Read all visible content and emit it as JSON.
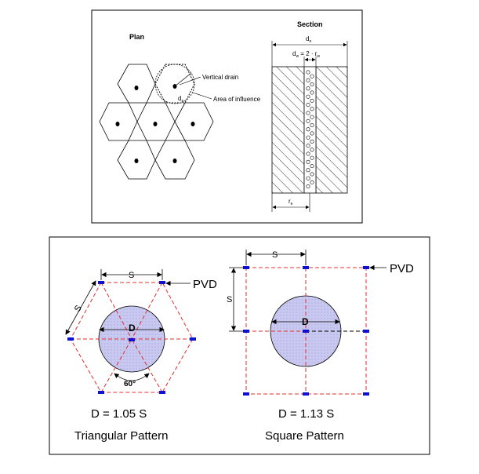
{
  "top_panel": {
    "plan_title": "Plan",
    "section_title": "Section",
    "vertical_drain_label": "Vertical drain",
    "area_of_influence_label": "Area of influence",
    "de_label_plan": "d",
    "de_sub": "e",
    "de_label_section": "d",
    "dw_label_prefix": "d",
    "dw_sub": "w",
    "dw_eq": " = 2 · r",
    "rw_sub": "w",
    "re_label": "r",
    "re_sub": "e"
  },
  "bottom_panel": {
    "pvd_label_left": "PVD",
    "pvd_label_right": "PVD",
    "s_label_tri_top": "S",
    "s_label_tri_side": "S",
    "s_label_sq_top": "S",
    "s_label_sq_side": "S",
    "d_label_tri": "D",
    "d_label_sq": "D",
    "angle_label": "60°",
    "tri_formula": "D = 1.05 S",
    "tri_caption": "Triangular Pattern",
    "sq_formula": "D = 1.13 S",
    "sq_caption": "Square Pattern"
  },
  "colors": {
    "dashed_red": "#e03030",
    "pvd_blue": "#1010d0",
    "circle_fill": "#c8c8f0"
  }
}
